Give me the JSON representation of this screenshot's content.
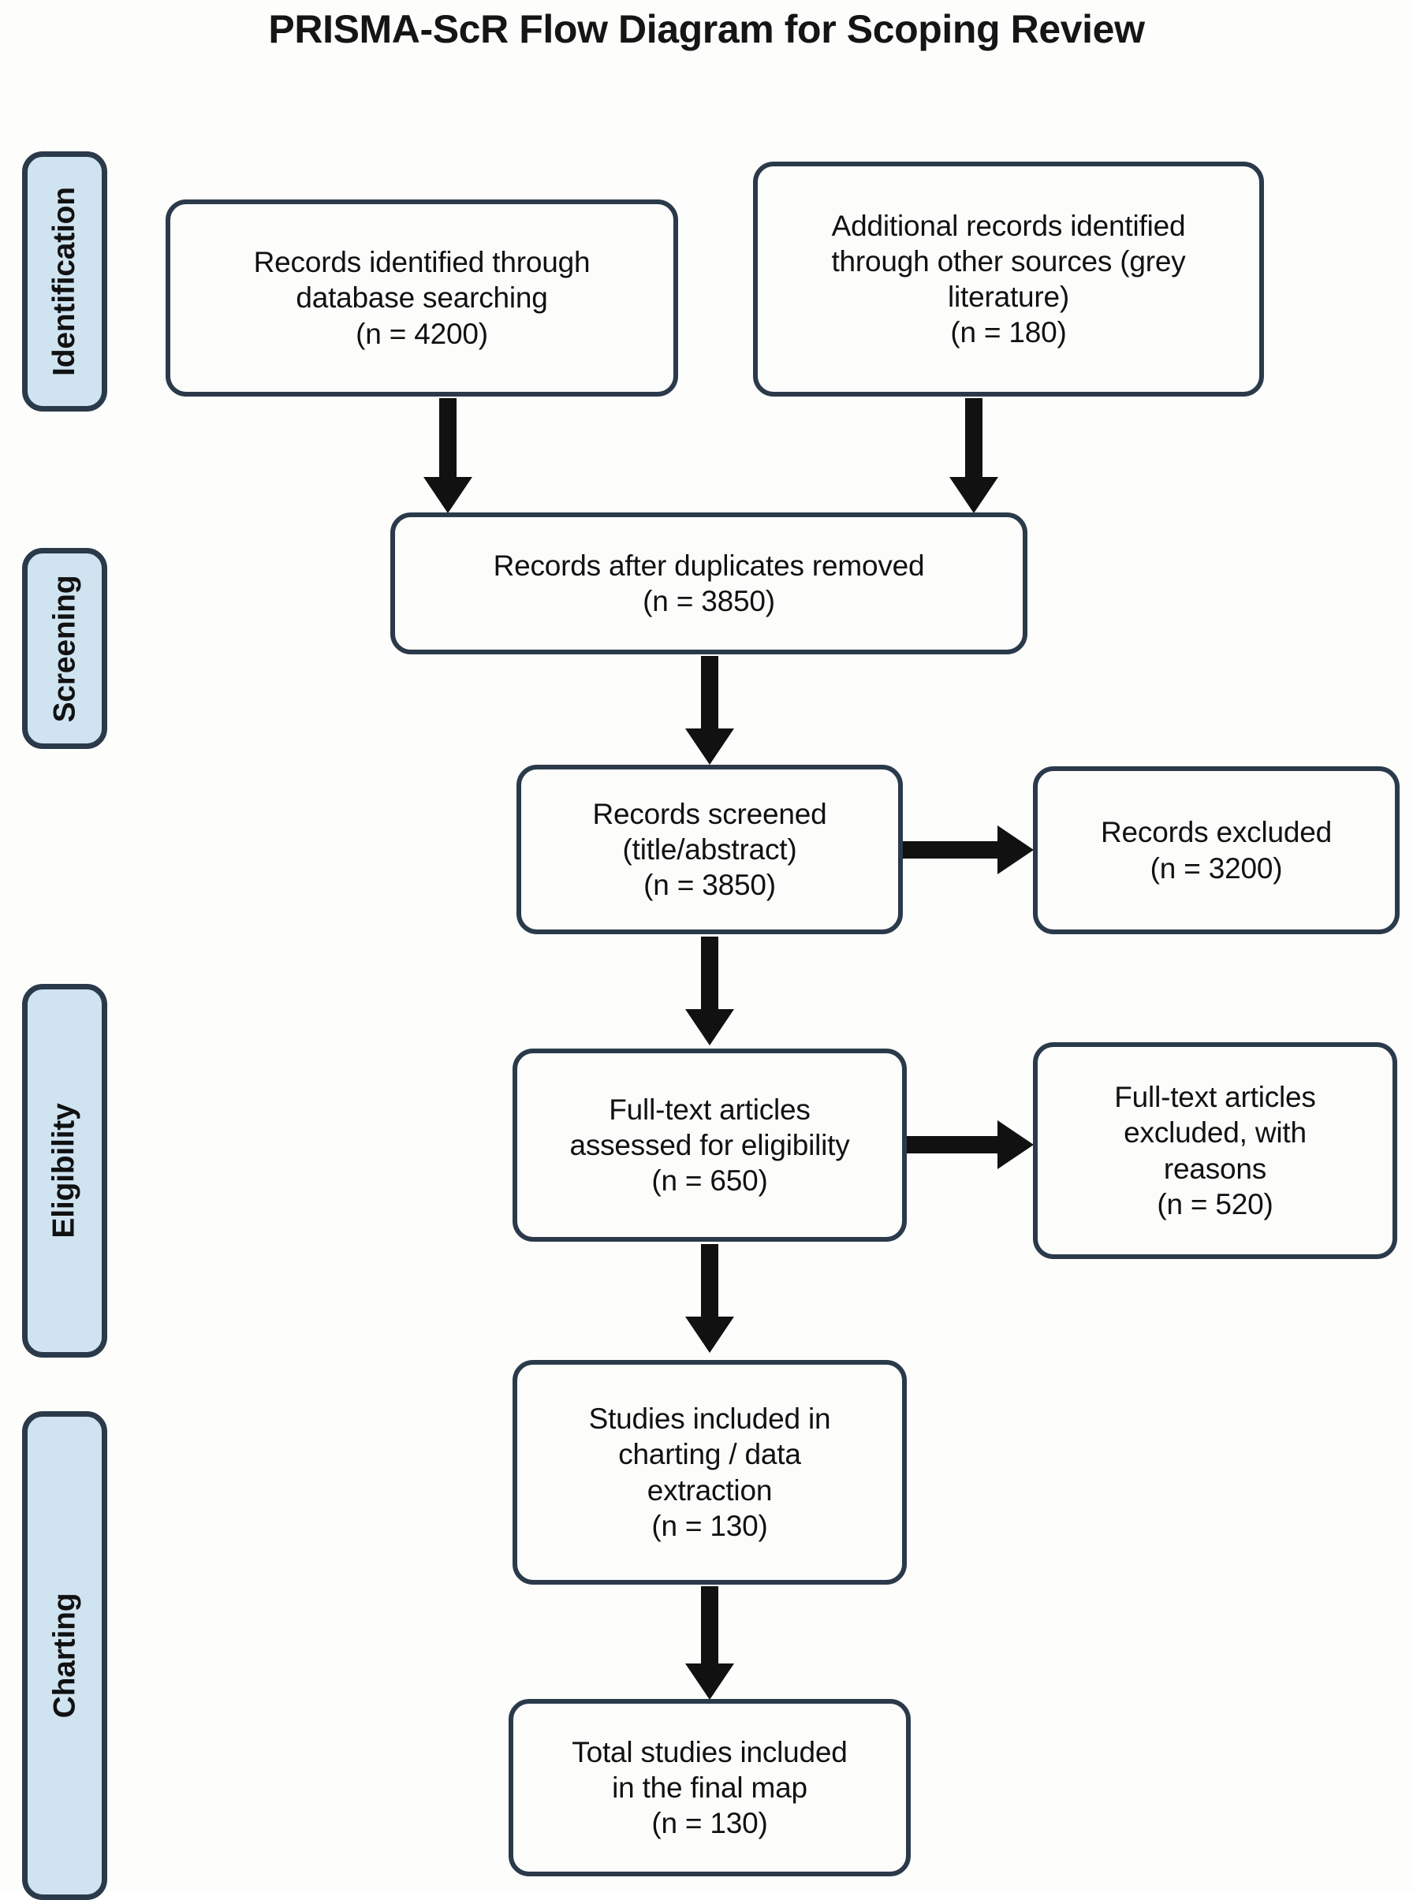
{
  "title": "PRISMA-ScR Flow Diagram for Scoping Review",
  "colors": {
    "phase_fill": "#cfe3f0",
    "box_border": "#2b3a4a",
    "box_fill": "#fcfcfb",
    "arrow": "#111111",
    "text": "#111111",
    "background": "#fdfdfc"
  },
  "phases": [
    {
      "id": "identification",
      "label": "Identification"
    },
    {
      "id": "screening",
      "label": "Screening"
    },
    {
      "id": "eligibility",
      "label": "Eligibility"
    },
    {
      "id": "charting",
      "label": "Charting"
    }
  ],
  "boxes": {
    "database_searching": {
      "text": "Records identified through\ndatabase searching\n(n = 4200)",
      "n": 4200
    },
    "other_sources": {
      "text": "Additional records identified\nthrough other sources (grey\nliterature)\n(n = 180)",
      "n": 180
    },
    "duplicates_removed": {
      "text": "Records after duplicates removed\n(n = 3850)",
      "n": 3850
    },
    "records_screened": {
      "text": "Records screened\n(title/abstract)\n(n = 3850)",
      "n": 3850
    },
    "records_excluded": {
      "text": "Records excluded\n(n = 3200)",
      "n": 3200
    },
    "fulltext_assessed": {
      "text": "Full-text articles\nassessed for eligibility\n(n = 650)",
      "n": 650
    },
    "fulltext_excluded": {
      "text": "Full-text articles\nexcluded, with\nreasons\n(n = 520)",
      "n": 520
    },
    "studies_charted": {
      "text": "Studies included in\ncharting / data\nextraction\n(n = 130)",
      "n": 130
    },
    "total_included": {
      "text": "Total studies included\nin the final map\n(n = 130)",
      "n": 130
    }
  },
  "flow_edges": [
    {
      "from": "database_searching",
      "to": "duplicates_removed",
      "direction": "down"
    },
    {
      "from": "other_sources",
      "to": "duplicates_removed",
      "direction": "down"
    },
    {
      "from": "duplicates_removed",
      "to": "records_screened",
      "direction": "down"
    },
    {
      "from": "records_screened",
      "to": "records_excluded",
      "direction": "right"
    },
    {
      "from": "records_screened",
      "to": "fulltext_assessed",
      "direction": "down"
    },
    {
      "from": "fulltext_assessed",
      "to": "fulltext_excluded",
      "direction": "right"
    },
    {
      "from": "fulltext_assessed",
      "to": "studies_charted",
      "direction": "down"
    },
    {
      "from": "studies_charted",
      "to": "total_included",
      "direction": "down"
    }
  ]
}
